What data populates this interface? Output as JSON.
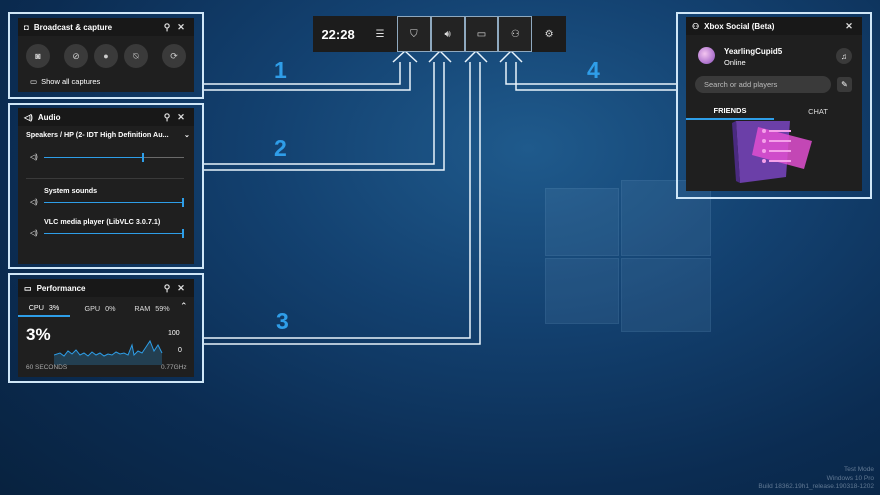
{
  "topbar": {
    "time": "22:28"
  },
  "callouts": [
    "1",
    "2",
    "3",
    "4"
  ],
  "broadcast": {
    "title": "Broadcast & capture",
    "show_all": "Show all captures"
  },
  "audio": {
    "title": "Audio",
    "device": "Speakers / HP (2- IDT High Definition Au...",
    "mix": [
      {
        "label": "System sounds",
        "level": 1.0
      },
      {
        "label": "VLC media player (LibVLC 3.0.7.1)",
        "level": 1.0
      }
    ],
    "master_level": 0.7
  },
  "performance": {
    "title": "Performance",
    "tabs": [
      {
        "name": "CPU",
        "value": "3%"
      },
      {
        "name": "GPU",
        "value": "0%"
      },
      {
        "name": "RAM",
        "value": "59%"
      }
    ],
    "big_value": "3%",
    "scale_max": "100",
    "scale_min": "0",
    "time_label": "60 SECONDS",
    "freq_label": "0.77GHz"
  },
  "social": {
    "title": "Xbox Social (Beta)",
    "user": "YearlingCupid5",
    "status": "Online",
    "search_placeholder": "Search or add players",
    "tabs": [
      "FRIENDS",
      "CHAT"
    ]
  },
  "watermark": [
    "Test Mode",
    "Windows 10 Pro",
    "Build 18362.19h1_release.190318-1202"
  ]
}
